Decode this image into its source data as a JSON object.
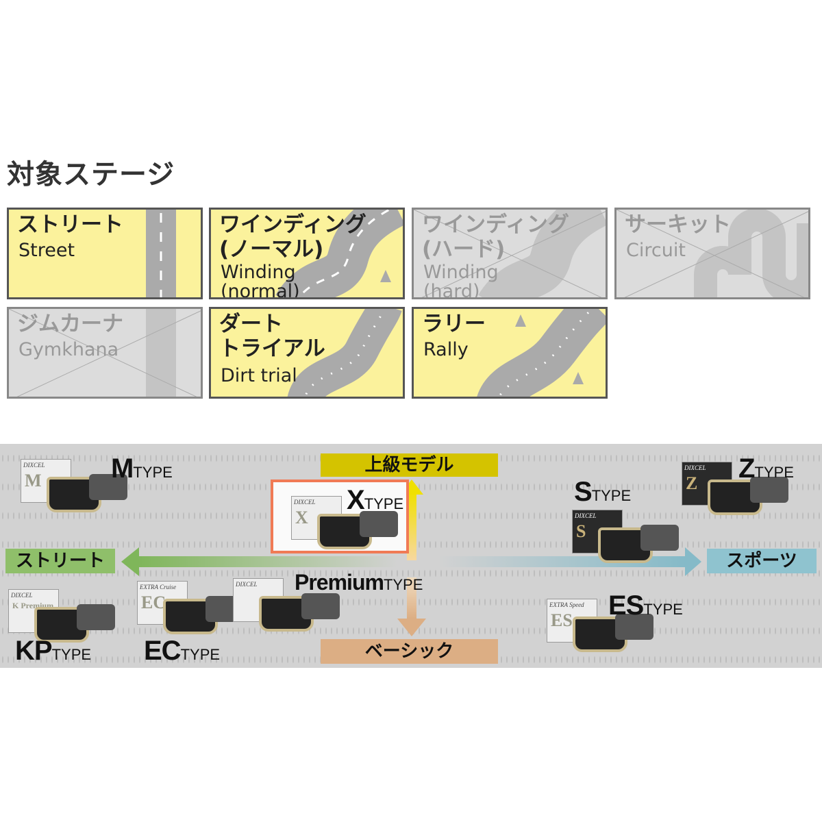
{
  "heading": "対象ステージ",
  "stages": [
    {
      "jp": "ストリート",
      "en": "Street",
      "active": true
    },
    {
      "jp": "ワインディング\n(ノーマル)",
      "en": "Winding\n(normal)",
      "active": true
    },
    {
      "jp": "ワインディング\n(ハード)",
      "en": "Winding\n(hard)",
      "active": false
    },
    {
      "jp": "サーキット",
      "en": "Circuit",
      "active": false
    },
    {
      "jp": "ジムカーナ",
      "en": "Gymkhana",
      "active": false
    },
    {
      "jp": "ダート\nトライアル",
      "en": "Dirt trial",
      "active": true
    },
    {
      "jp": "ラリー",
      "en": "Rally",
      "active": true
    }
  ],
  "diagram": {
    "top_label": "上級モデル",
    "bottom_label": "ベーシック",
    "left_label": "ストリート",
    "right_label": "スポーツ",
    "type_suffix": "TYPE",
    "products": [
      {
        "name": "M",
        "box": "M",
        "box_label": "DIXCEL"
      },
      {
        "name": "X",
        "box": "X",
        "box_label": "DIXCEL",
        "highlighted": true
      },
      {
        "name": "S",
        "box": "S",
        "box_label": "DIXCEL"
      },
      {
        "name": "Z",
        "box": "Z",
        "box_label": "DIXCEL"
      },
      {
        "name": "KP",
        "box": "K Premium",
        "box_label": "DIXCEL"
      },
      {
        "name": "EC",
        "box": "EC",
        "box_label": "EXTRA Cruise"
      },
      {
        "name": "Premium",
        "box": "",
        "box_label": "DIXCEL"
      },
      {
        "name": "ES",
        "box": "ES",
        "box_label": "EXTRA Speed"
      }
    ],
    "colors": {
      "top": "#d4c300",
      "bottom": "#dcae84",
      "left": "#8fbf6a",
      "right": "#8fc3cf",
      "highlight": "#f07a55",
      "stage_active": "#fbf29c",
      "stage_inactive": "#dcdcdc"
    }
  }
}
